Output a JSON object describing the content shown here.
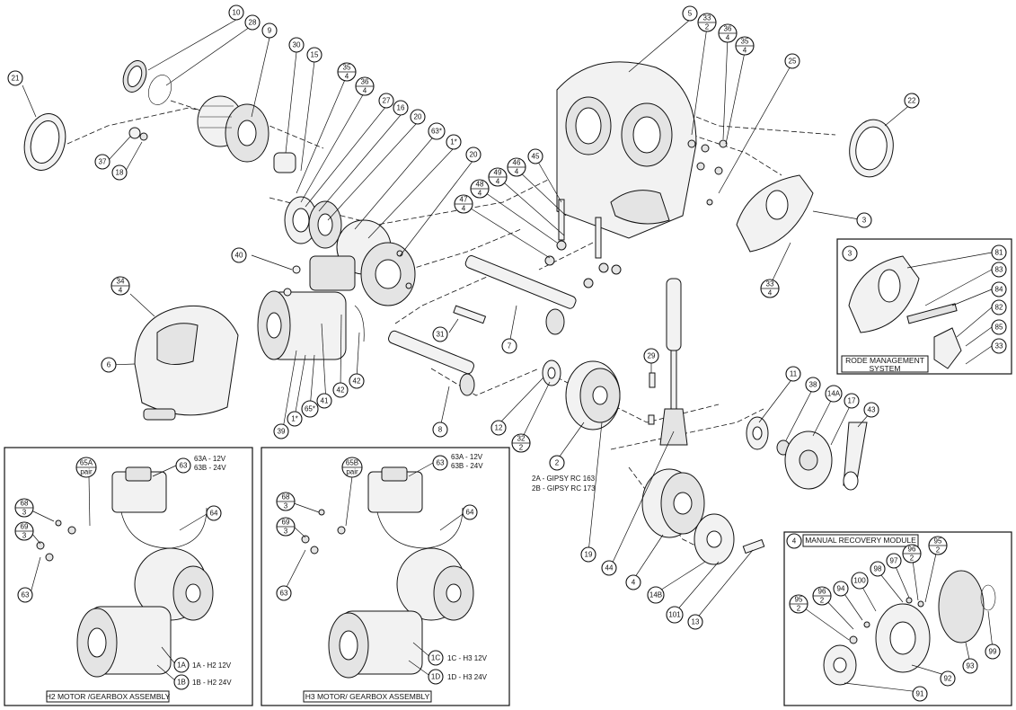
{
  "callouts": {
    "c10": "10",
    "c28": "28",
    "c9": "9",
    "c30": "30",
    "c15": "15",
    "c21": "21",
    "c35a_top": "35",
    "c35a_bot": "4",
    "c36a_top": "36",
    "c36a_bot": "4",
    "c27": "27",
    "c16": "16",
    "c20a": "20",
    "c63s": "63*",
    "c1s": "1*",
    "c20b": "20",
    "c37": "37",
    "c18": "18",
    "c40": "40",
    "c34_top": "34",
    "c34_bot": "4",
    "c6": "6",
    "c31": "31",
    "c7": "7",
    "c39": "39",
    "c1s_b": "1*",
    "c65s": "65*",
    "c41": "41",
    "c42a": "42",
    "c42b": "42",
    "c8": "8",
    "c5": "5",
    "c33a_top": "33",
    "c33a_bot": "2",
    "c36b_top": "36",
    "c36b_bot": "4",
    "c35b_top": "35",
    "c35b_bot": "4",
    "c25": "25",
    "c22": "22",
    "c3": "3",
    "c47_top": "47",
    "c47_bot": "4",
    "c48_top": "48",
    "c48_bot": "4",
    "c49_top": "49",
    "c49_bot": "4",
    "c46_top": "46",
    "c46_bot": "4",
    "c45": "45",
    "c33b_top": "33",
    "c33b_bot": "4",
    "c29": "29",
    "c12": "12",
    "c32_top": "32",
    "c32_bot": "2",
    "c2": "2",
    "c19": "19",
    "c44": "44",
    "c4": "4",
    "c11": "11",
    "c38": "38",
    "c14A": "14A",
    "c17": "17",
    "c43": "43",
    "c14B": "14B",
    "c101": "101",
    "c13": "13"
  },
  "gipsy_labels": [
    "2A - GIPSY RC 163",
    "2B - GIPSY RC 173"
  ],
  "rode_box": {
    "id": "3",
    "callouts": [
      "81",
      "83",
      "84",
      "82",
      "85",
      "33"
    ],
    "caption": [
      "RODE MANAGEMENT",
      "SYSTEM"
    ]
  },
  "h2_box": {
    "caption": "H2 MOTOR /GEARBOX ASSEMBLY",
    "c63": "63",
    "label_63": [
      "63A - 12V",
      "63B - 24V"
    ],
    "c65A_top": "65A",
    "c65A_bot": "pair",
    "c68_top": "68",
    "c68_bot": "3",
    "c69_top": "69",
    "c69_bot": "3",
    "c64": "64",
    "c63_small": "63",
    "c1A": "1A",
    "c1B": "1B",
    "label_1A": "1A - H2 12V",
    "label_1B": "1B - H2 24V"
  },
  "h3_box": {
    "caption": "H3 MOTOR/ GEARBOX ASSEMBLY",
    "c63": "63",
    "label_63": [
      "63A - 12V",
      "63B - 24V"
    ],
    "c65B_top": "65B",
    "c65B_bot": "pair",
    "c68_top": "68",
    "c68_bot": "3",
    "c69_top": "69",
    "c69_bot": "3",
    "c64": "64",
    "c63_small": "63",
    "c1C": "1C",
    "c1D": "1D",
    "label_1C": "1C - H3 12V",
    "label_1D": "1D - H3 24V"
  },
  "manual_box": {
    "id": "4",
    "title": "MANUAL RECOVERY MODULE",
    "c95a_top": "95",
    "c95a_bot": "2",
    "c96a_top": "96",
    "c96a_bot": "2",
    "c97": "97",
    "c98": "98",
    "c100": "100",
    "c94": "94",
    "c96b_top": "96",
    "c96b_bot": "2",
    "c95b_top": "95",
    "c95b_bot": "2",
    "c99": "99",
    "c93": "93",
    "c92": "92",
    "c91": "91"
  }
}
